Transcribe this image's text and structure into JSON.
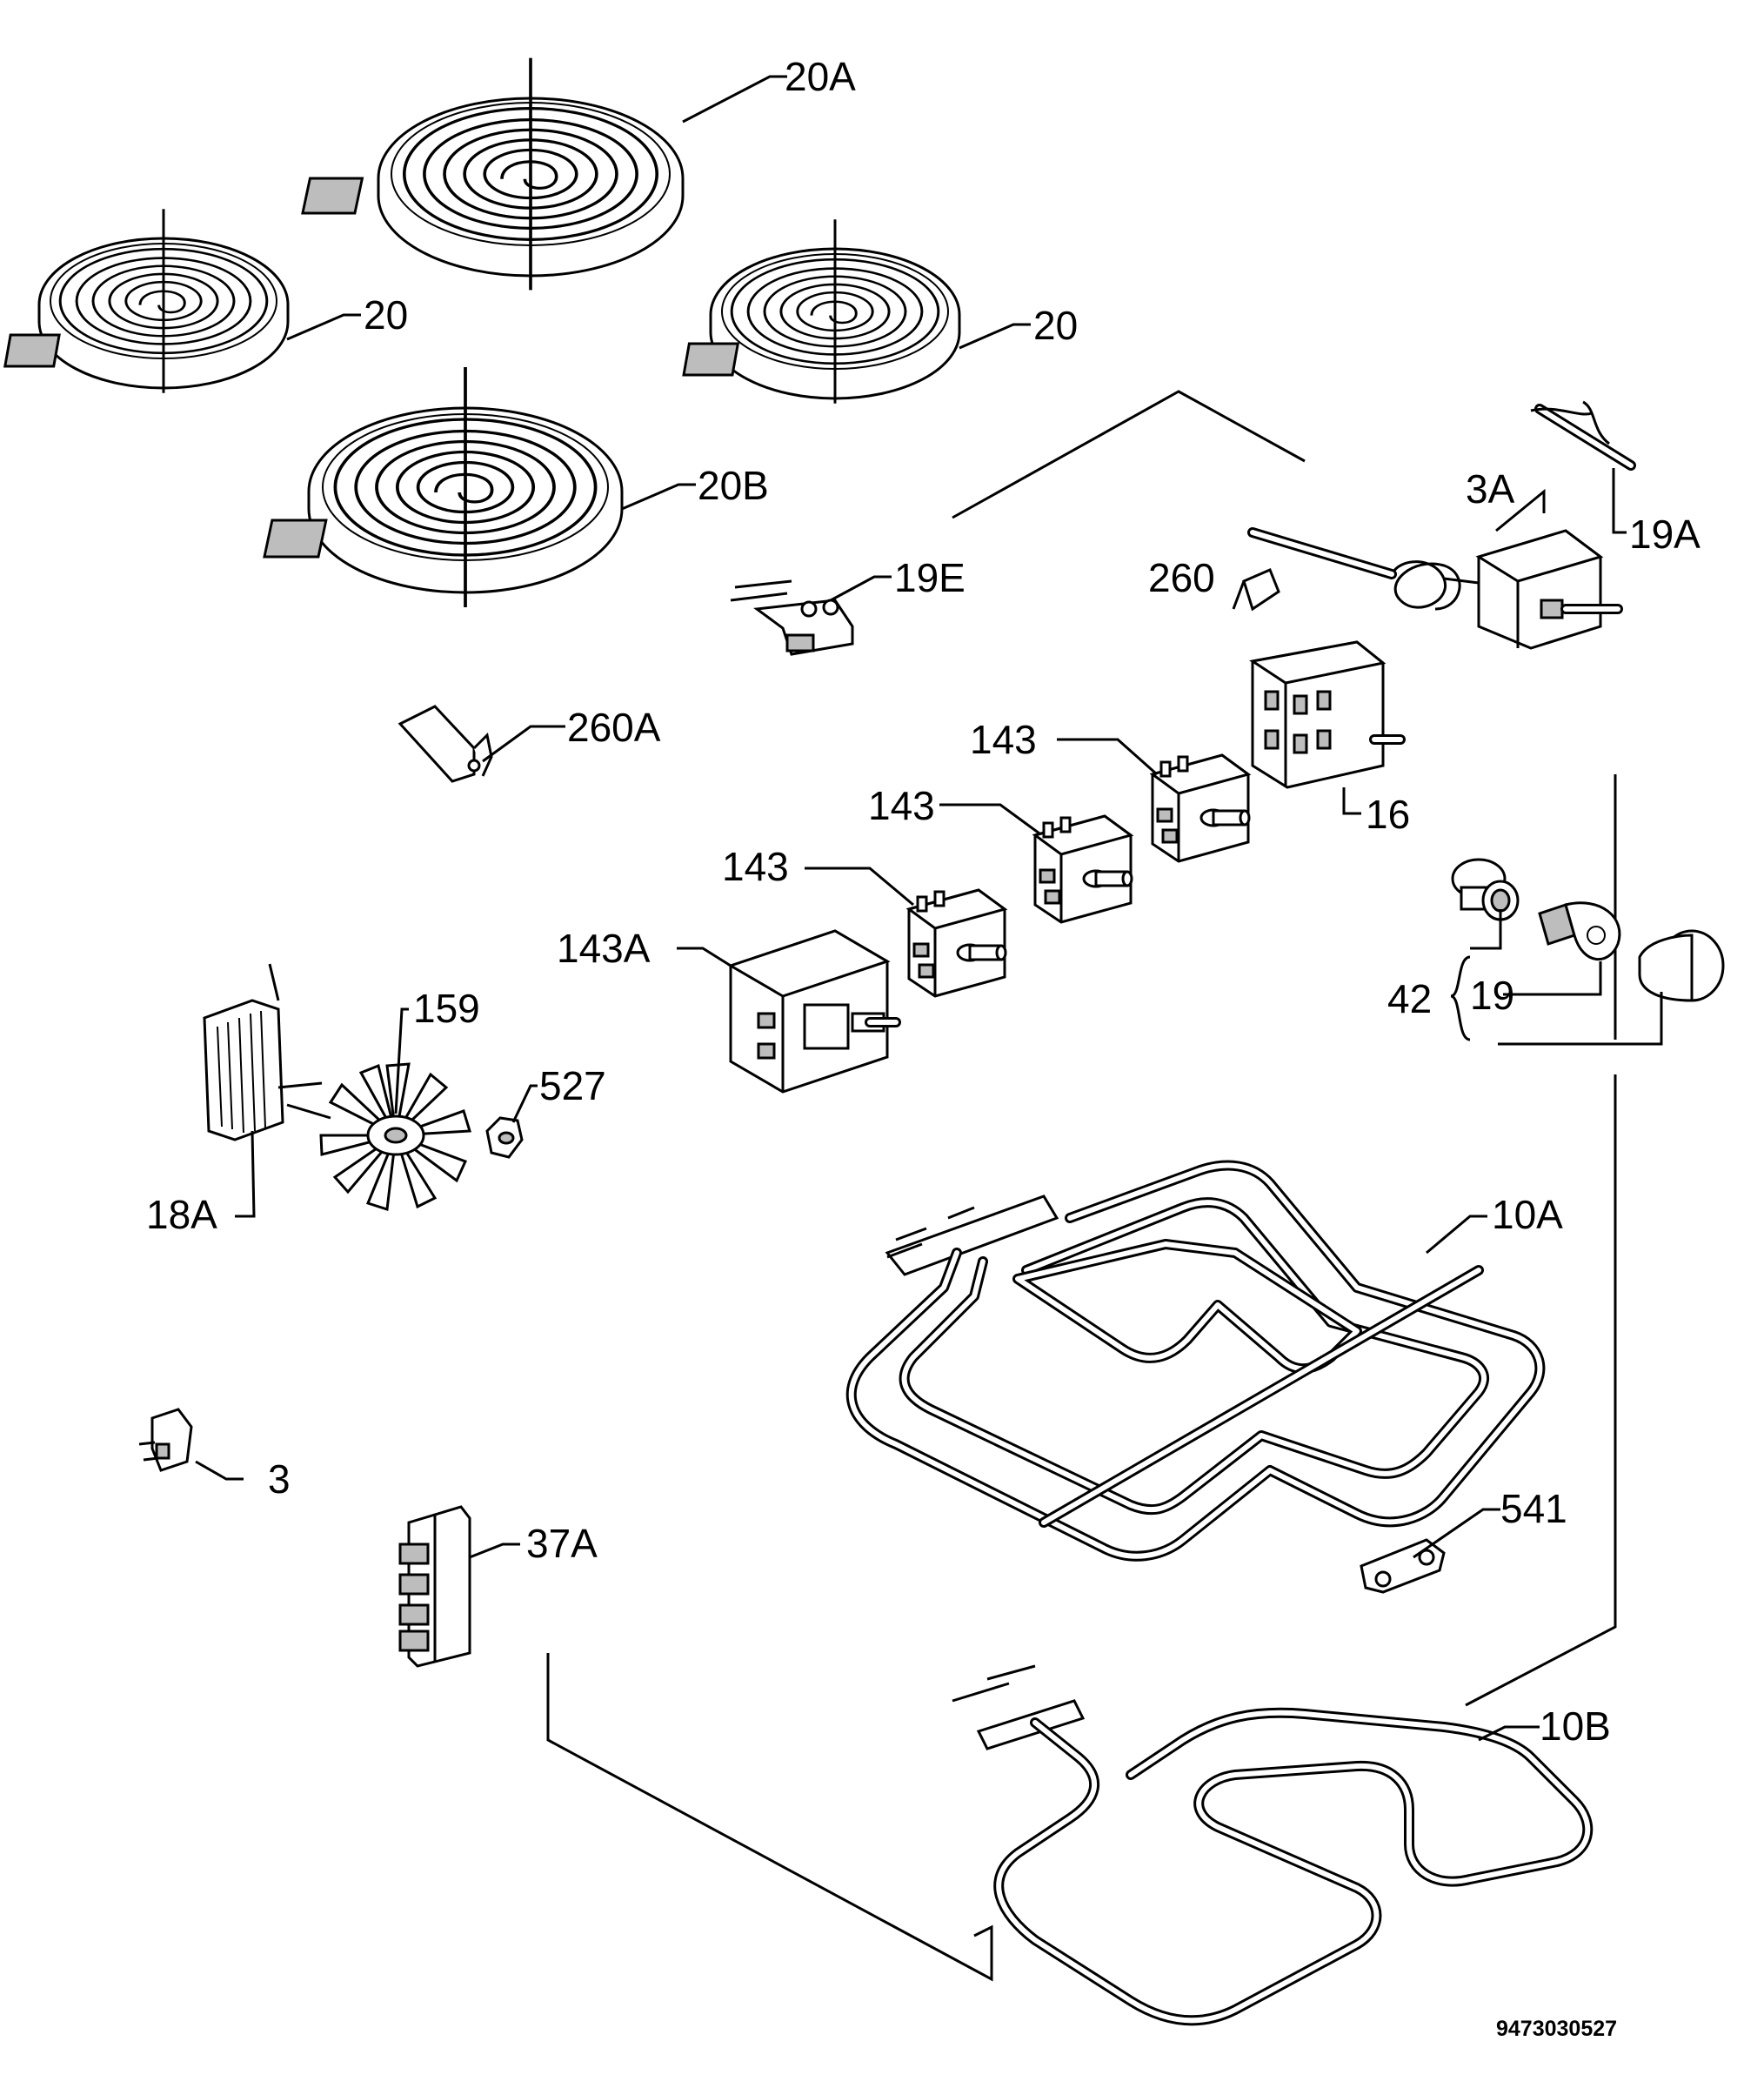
{
  "labels": {
    "l20a": "20A",
    "l20_left": "20",
    "l20_right": "20",
    "l20b": "20B",
    "l19e": "19E",
    "l260": "260",
    "l3a": "3A",
    "l19a": "19A",
    "l260a": "260A",
    "l143_top": "143",
    "l143_mid": "143",
    "l143_low": "143",
    "l16": "16",
    "l143a": "143A",
    "l159": "159",
    "l527": "527",
    "l42": "42",
    "l19": "19",
    "l18a": "18A",
    "l10a": "10A",
    "l3": "3",
    "l541": "541",
    "l37a": "37A",
    "l10b": "10B"
  },
  "document_number": "9473030527"
}
